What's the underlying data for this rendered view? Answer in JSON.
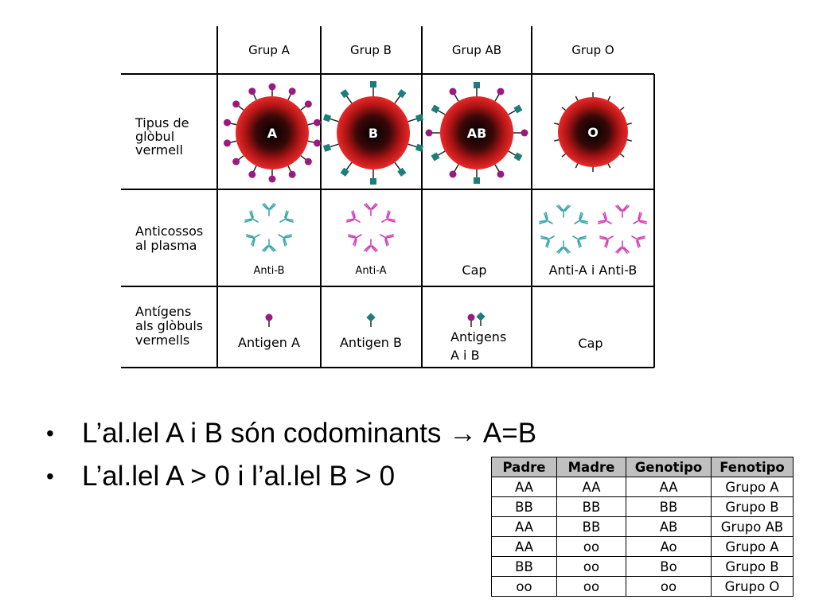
{
  "diagram": {
    "columns": [
      "Grup A",
      "Grup B",
      "Grup AB",
      "Grup O"
    ],
    "row_labels": [
      [
        "Tipus de",
        "glòbul",
        "vermell"
      ],
      [
        "Anticossos",
        "al plasma"
      ],
      [
        "Antígens",
        "als glòbuls",
        "vermells"
      ]
    ],
    "cell_letters": [
      "A",
      "B",
      "AB",
      "O"
    ],
    "antibodies": [
      "Anti-B",
      "Anti-A",
      "Cap",
      "Anti-A i Anti-B"
    ],
    "antigens": [
      "Antigen A",
      "Antigen B",
      [
        "Antigens",
        "A i B"
      ],
      "Cap"
    ],
    "colors": {
      "cell_red": "#e8292a",
      "antigen_a": "#9b1a80",
      "antigen_b": "#1a7f7a",
      "antibody_teal": "#3aa6a6",
      "antibody_pink": "#d23fb8"
    }
  },
  "bullets": [
    {
      "prefix": "L’al.lel A i B són codominants ",
      "arrow": "→",
      "suffix": " A=B"
    },
    {
      "text": "L’al.lel A > 0 i l’al.lel B > 0"
    }
  ],
  "genotype_table": {
    "headers": [
      "Padre",
      "Madre",
      "Genotipo",
      "Fenotipo"
    ],
    "rows": [
      [
        "AA",
        "AA",
        "AA",
        "Grupo A"
      ],
      [
        "BB",
        "BB",
        "BB",
        "Grupo B"
      ],
      [
        "AA",
        "BB",
        "AB",
        "Grupo AB"
      ],
      [
        "AA",
        "oo",
        "Ao",
        "Grupo A"
      ],
      [
        "BB",
        "oo",
        "Bo",
        "Grupo B"
      ],
      [
        "oo",
        "oo",
        "oo",
        "Grupo O"
      ]
    ]
  }
}
